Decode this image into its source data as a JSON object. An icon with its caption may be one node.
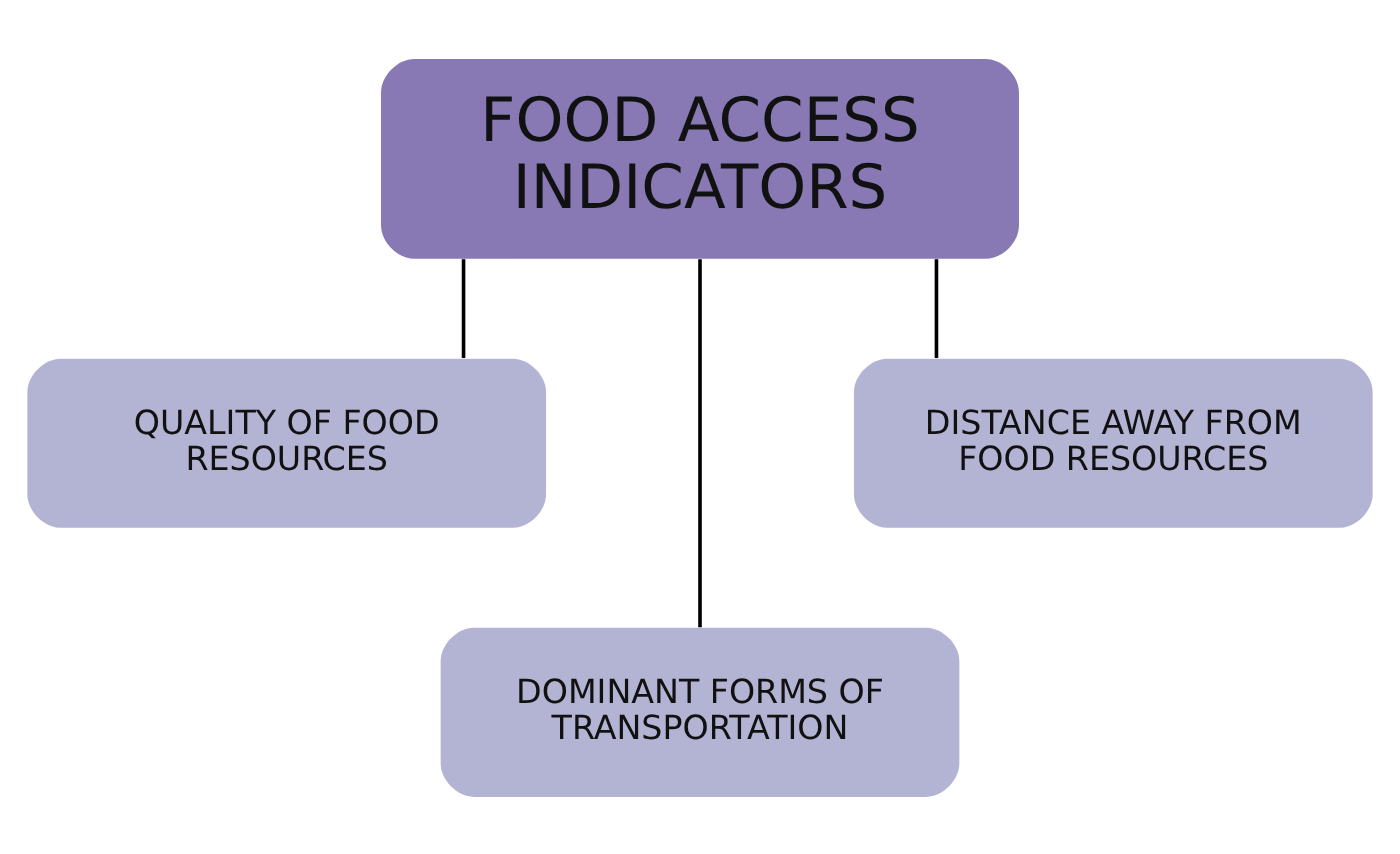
{
  "diagram": {
    "nodes": [
      {
        "text": [
          "FOOD ACCESS INDICATORS"
        ]
      },
      {
        "text": [
          "QUALITY OF FOOD RESOURCES"
        ]
      },
      {
        "text": [
          "DISTANCE AWAY FROM FOOD RESOURCES"
        ]
      },
      {
        "text": [
          "DOMINANT FORMS OF TRANSPORTATION"
        ]
      }
    ],
    "edges": [
      {
        "from": 0,
        "to": 1,
        "arrow": "none"
      },
      {
        "from": 0,
        "to": 2,
        "arrow": "none"
      },
      {
        "from": 0,
        "to": 3,
        "arrow": "none"
      }
    ]
  }
}
